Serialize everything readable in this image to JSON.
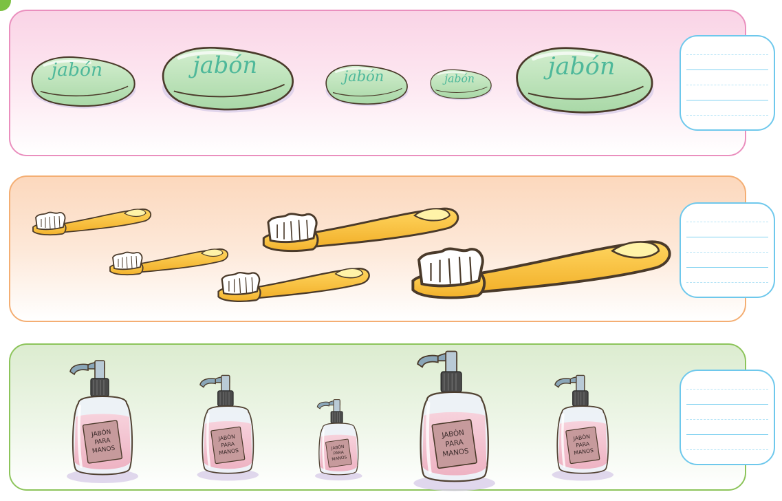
{
  "rows": {
    "soaps": {
      "label": "jabón",
      "colors": {
        "body": "#bfe3bc",
        "text": "#4eb89a",
        "outline": "#4a3a2a",
        "shadow": "#d9c9e8"
      },
      "items": [
        {
          "name": "soap-1",
          "label": "jabón"
        },
        {
          "name": "soap-2",
          "label": "jabón"
        },
        {
          "name": "soap-3",
          "label": "jabón"
        },
        {
          "name": "soap-4",
          "label": "jabón"
        },
        {
          "name": "soap-5",
          "label": "jabón"
        }
      ]
    },
    "toothbrushes": {
      "colors": {
        "handle": "#f7c13d",
        "handle_light": "#fff3a8",
        "bristles": "#ffffff",
        "outline": "#4a3a2a"
      },
      "items": [
        {
          "name": "toothbrush-1"
        },
        {
          "name": "toothbrush-2"
        },
        {
          "name": "toothbrush-3"
        },
        {
          "name": "toothbrush-4"
        },
        {
          "name": "toothbrush-5"
        }
      ]
    },
    "hand_soap_bottles": {
      "label_lines": [
        "JABÓN",
        "PARA",
        "MANOS"
      ],
      "colors": {
        "glass": "#e6edf7",
        "liquid": "#f4c6d2",
        "label": "#c69a9c",
        "pump": "#8aa6b8",
        "cap": "#4a4a4a"
      },
      "items": [
        {
          "name": "bottle-1",
          "lines": [
            "JABÓN",
            "PARA",
            "MANOS"
          ]
        },
        {
          "name": "bottle-2",
          "lines": [
            "JABÓN",
            "PARA",
            "MANOS"
          ]
        },
        {
          "name": "bottle-3",
          "lines": [
            "JABÓN",
            "PARA",
            "MANOS"
          ]
        },
        {
          "name": "bottle-4",
          "lines": [
            "JABÓN",
            "PARA",
            "MANOS"
          ]
        },
        {
          "name": "bottle-5",
          "lines": [
            "JABÓN",
            "PARA",
            "MANOS"
          ]
        }
      ]
    }
  },
  "answer_boxes": [
    {
      "name": "answer-box-soaps",
      "value": ""
    },
    {
      "name": "answer-box-toothbrushes",
      "value": ""
    },
    {
      "name": "answer-box-bottles",
      "value": ""
    }
  ],
  "colors": {
    "soap_panel_border": "#ea8fbe",
    "brush_panel_border": "#f4ae73",
    "bottle_panel_border": "#8cc45a",
    "answer_box_border": "#6ec8ec",
    "corner_mark": "#7cc142"
  }
}
